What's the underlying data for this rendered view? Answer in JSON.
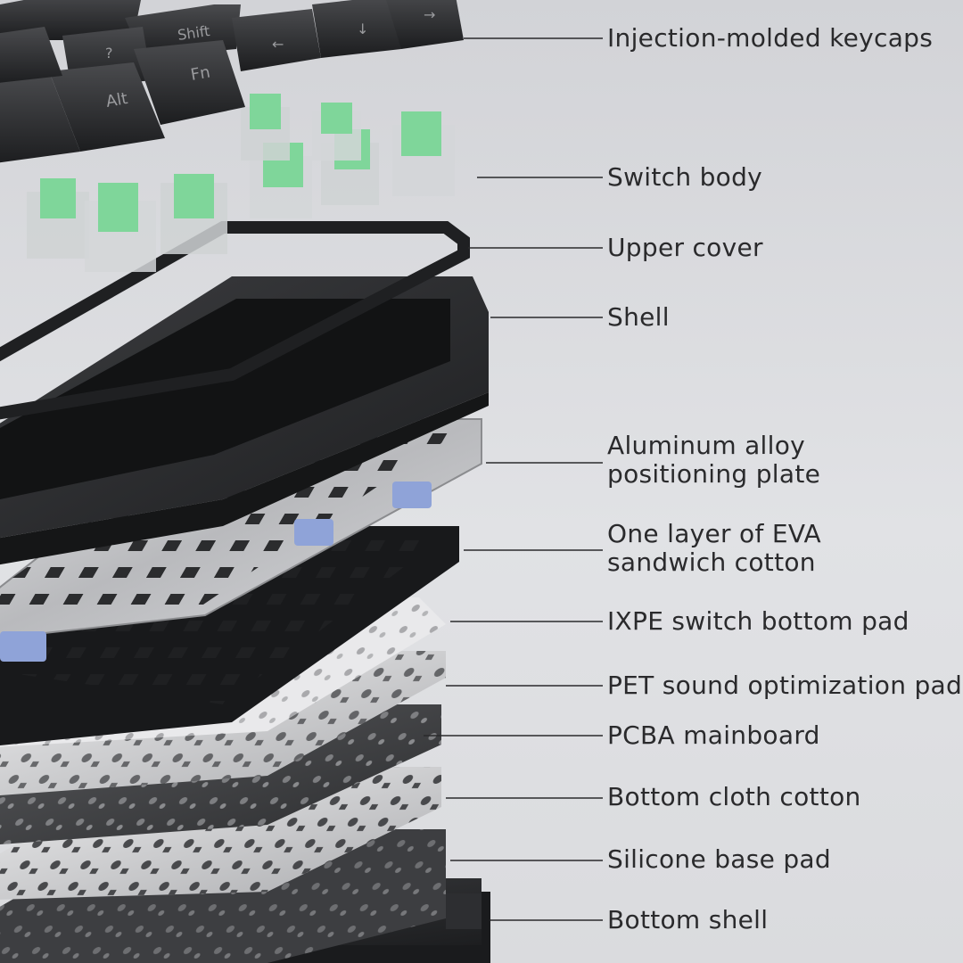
{
  "callouts": [
    {
      "label": "Injection-molded keycaps"
    },
    {
      "label": "Switch body"
    },
    {
      "label": "Upper cover"
    },
    {
      "label": "Shell"
    },
    {
      "label": "Aluminum alloy\npositioning plate"
    },
    {
      "label": "One layer of EVA\nsandwich cotton"
    },
    {
      "label": "IXPE switch bottom pad"
    },
    {
      "label": "PET sound optimization pad"
    },
    {
      "label": "PCBA mainboard"
    },
    {
      "label": "Bottom cloth cotton"
    },
    {
      "label": "Silicone base pad"
    },
    {
      "label": "Bottom shell"
    }
  ],
  "keycap_legends": {
    "shift": "Shift",
    "alt": "Alt",
    "fn": "Fn",
    "arrow_left": "←",
    "arrow_right": "→",
    "arrow_down": "↓",
    "question": "?"
  },
  "colors": {
    "background": "#dcdde0",
    "keycap": "#2b2c2e",
    "switch_stem": "#7fd69a",
    "plate": "#c9cacd",
    "foam": "#1e1f21",
    "stabilizer": "#8fa3d8",
    "leader_line": "#2a2a2c"
  },
  "icons": [
    "keycap-icon",
    "switch-icon"
  ]
}
